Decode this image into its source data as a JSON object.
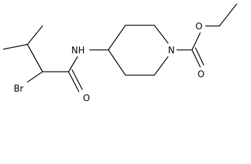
{
  "molecule": {
    "atoms": {
      "nitrogen_amide": "NH",
      "nitrogen_ring": "N",
      "bromine": "Br",
      "oxygen_amide": "O",
      "oxygen_ester_ether": "O",
      "oxygen_ester_carbonyl": "O"
    },
    "colors": {
      "bond": "#000000",
      "label": "#000000",
      "background": "#ffffff"
    }
  }
}
